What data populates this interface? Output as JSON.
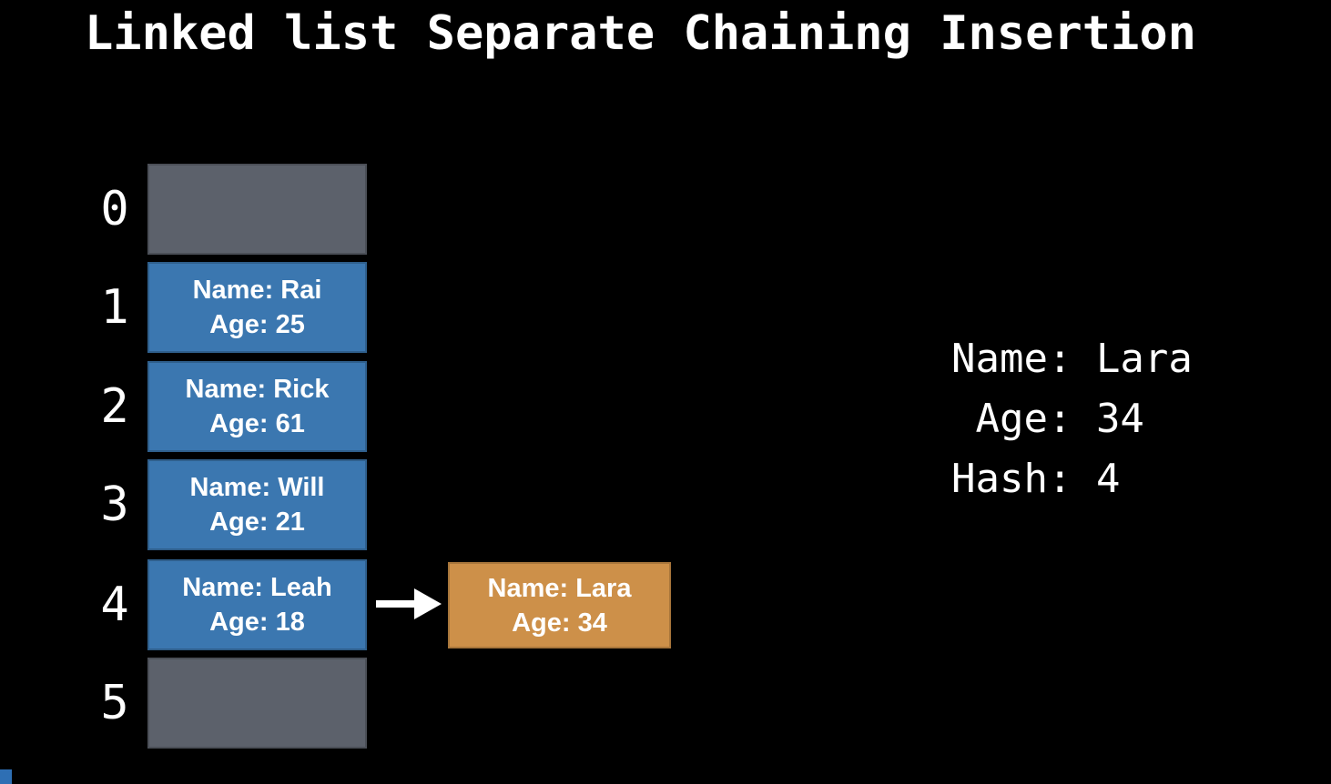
{
  "title": "Linked list Separate Chaining Insertion",
  "hash_table": {
    "buckets": [
      {
        "index": "0",
        "state": "empty"
      },
      {
        "index": "1",
        "state": "occupied",
        "entry": {
          "name": "Name: Rai",
          "age": "Age: 25"
        }
      },
      {
        "index": "2",
        "state": "occupied",
        "entry": {
          "name": "Name: Rick",
          "age": "Age: 61"
        }
      },
      {
        "index": "3",
        "state": "occupied",
        "entry": {
          "name": "Name: Will",
          "age": "Age: 21"
        }
      },
      {
        "index": "4",
        "state": "occupied",
        "entry": {
          "name": "Name: Leah",
          "age": "Age: 18"
        },
        "chained_entry": {
          "name": "Name: Lara",
          "age": "Age: 34"
        }
      },
      {
        "index": "5",
        "state": "empty"
      }
    ]
  },
  "inserting_record": {
    "lines": [
      "Name: Lara",
      " Age: 34",
      "Hash: 4"
    ]
  },
  "icons": {
    "chain_arrow": "right-arrow"
  },
  "colors": {
    "background": "#000000",
    "empty_bucket": "#5c616b",
    "occupied_bucket": "#3b77b0",
    "chained_node": "#cd9049",
    "text": "#ffffff",
    "progress_marker": "#2e6fb4"
  }
}
